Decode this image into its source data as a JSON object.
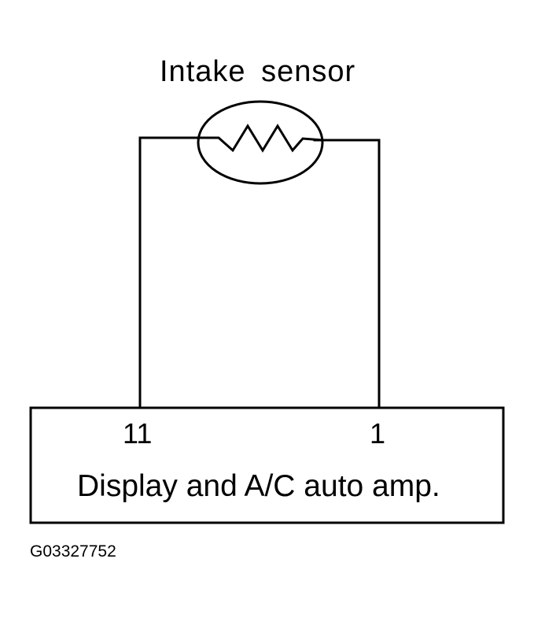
{
  "sensor": {
    "label": "Intake  sensor",
    "symbol": "thermistor-icon"
  },
  "module": {
    "label": "Display and A/C auto amp.",
    "pin_left": "11",
    "pin_right": "1"
  },
  "figure_id": "G03327752",
  "colors": {
    "line": "#000000",
    "background": "#ffffff"
  }
}
